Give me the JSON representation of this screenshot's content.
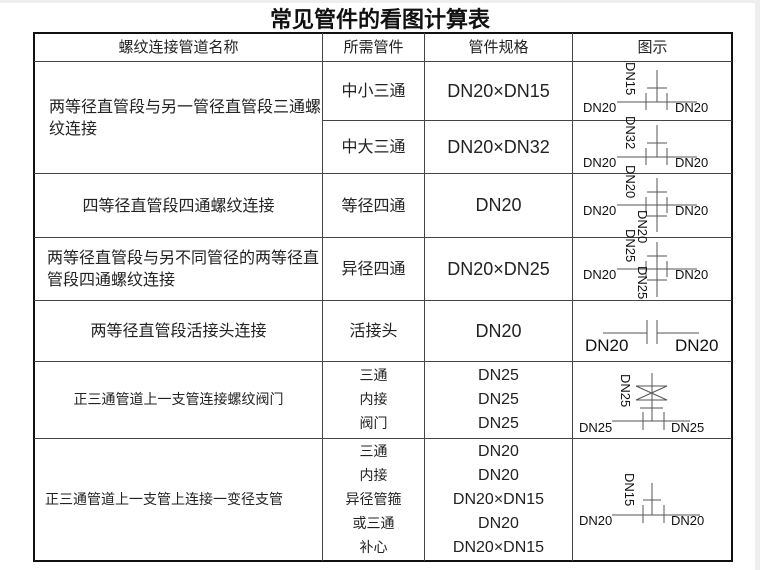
{
  "title": "常见管件的看图计算表",
  "headers": [
    "螺纹连接管道名称",
    "所需管件",
    "管件规格",
    "图示"
  ],
  "rows": [
    {
      "name": "两等径直管段与另一管径直管段三通螺纹连接",
      "fittings": [
        {
          "part": "中小三通",
          "spec": "DN20×DN15",
          "diagram": {
            "type": "tee",
            "branch": "DN15",
            "left": "DN20",
            "right": "DN20"
          }
        },
        {
          "part": "中大三通",
          "spec": "DN20×DN32",
          "diagram": {
            "type": "tee",
            "branch": "DN32",
            "left": "DN20",
            "right": "DN20"
          }
        }
      ]
    },
    {
      "name": "四等径直管段四通螺纹连接",
      "part": "等径四通",
      "spec": "DN20",
      "diagram": {
        "type": "cross",
        "branch_top": "DN20",
        "branch_bottom": "DN20",
        "left": "DN20",
        "right": "DN20"
      }
    },
    {
      "name": "两等径直管段与另不同管径的两等径直管段四通螺纹连接",
      "part": "异径四通",
      "spec": "DN20×DN25",
      "diagram": {
        "type": "cross",
        "branch_top": "DN25",
        "branch_bottom": "DN25",
        "left": "DN20",
        "right": "DN20"
      }
    },
    {
      "name": "两等径直管段活接头连接",
      "part": "活接头",
      "spec": "DN20",
      "diagram": {
        "type": "union",
        "left": "DN20",
        "right": "DN20"
      }
    },
    {
      "name": "正三通管道上一支管连接螺纹阀门",
      "parts": [
        "三通",
        "内接",
        "阀门"
      ],
      "specs": [
        "DN25",
        "DN25",
        "DN25"
      ],
      "diagram": {
        "type": "valve-tee",
        "branch": "DN25",
        "left": "DN25",
        "right": "DN25"
      }
    },
    {
      "name": "正三通管道上一支管上连接一变径支管",
      "parts": [
        "三通",
        "内接",
        "异径管箍",
        "或三通",
        "补心"
      ],
      "specs": [
        "DN20",
        "DN20",
        "DN20×DN15",
        "DN20",
        "DN20×DN15"
      ],
      "diagram": {
        "type": "tee",
        "branch": "DN15",
        "left": "DN20",
        "right": "DN20"
      }
    }
  ]
}
